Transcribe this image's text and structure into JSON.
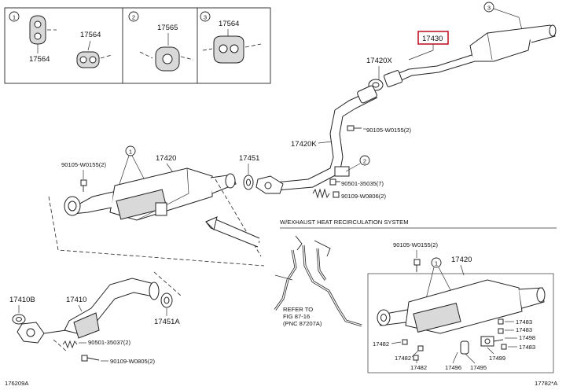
{
  "inset_panels": [
    {
      "callout": "1",
      "labels": [
        "17564",
        "17564"
      ]
    },
    {
      "callout": "2",
      "labels": [
        "17565"
      ]
    },
    {
      "callout": "3",
      "labels": [
        "17564"
      ]
    }
  ],
  "main_labels": {
    "tailpipe_callout": "3",
    "tail_pipe": "17430",
    "pipe_upper": "17420X",
    "pipe_mid": "17420K",
    "bolt_a": "90105-W0155(2)",
    "gasket_top": "17451",
    "bolt_b": "90501-35035(7)",
    "bolt_c": "90109-W0806(2)",
    "callout_2": "2",
    "converter_callout": "1",
    "converter": "17420",
    "bolt_left": "90105-W0155(2)",
    "front_pipe_b": "17410B",
    "front_pipe": "17410",
    "gasket_lower": "17451A",
    "bolt_d": "90501-35037(2)",
    "bolt_e": "90109-W0805(2)"
  },
  "egr_section": {
    "title": "W/EXHAUST HEAT RECIRCULATION SYSTEM",
    "refer_line1": "REFER TO",
    "refer_line2": "FIG 87-16",
    "refer_line3": "(PNC 87207A)",
    "bolt": "90105-W0155(2)",
    "converter_callout": "1",
    "converter": "17420",
    "parts": {
      "p17483a": "17483",
      "p17483b": "17483",
      "p17498": "17498",
      "p17483c": "17483",
      "p17499": "17499",
      "p17495": "17495",
      "p17496": "17496",
      "p17482a": "17482",
      "p17482b": "17482",
      "p17482c": "17482"
    }
  },
  "footer": {
    "left_code": "176209A",
    "right_code": "17782*A"
  },
  "highlight_color": "#c0182b"
}
